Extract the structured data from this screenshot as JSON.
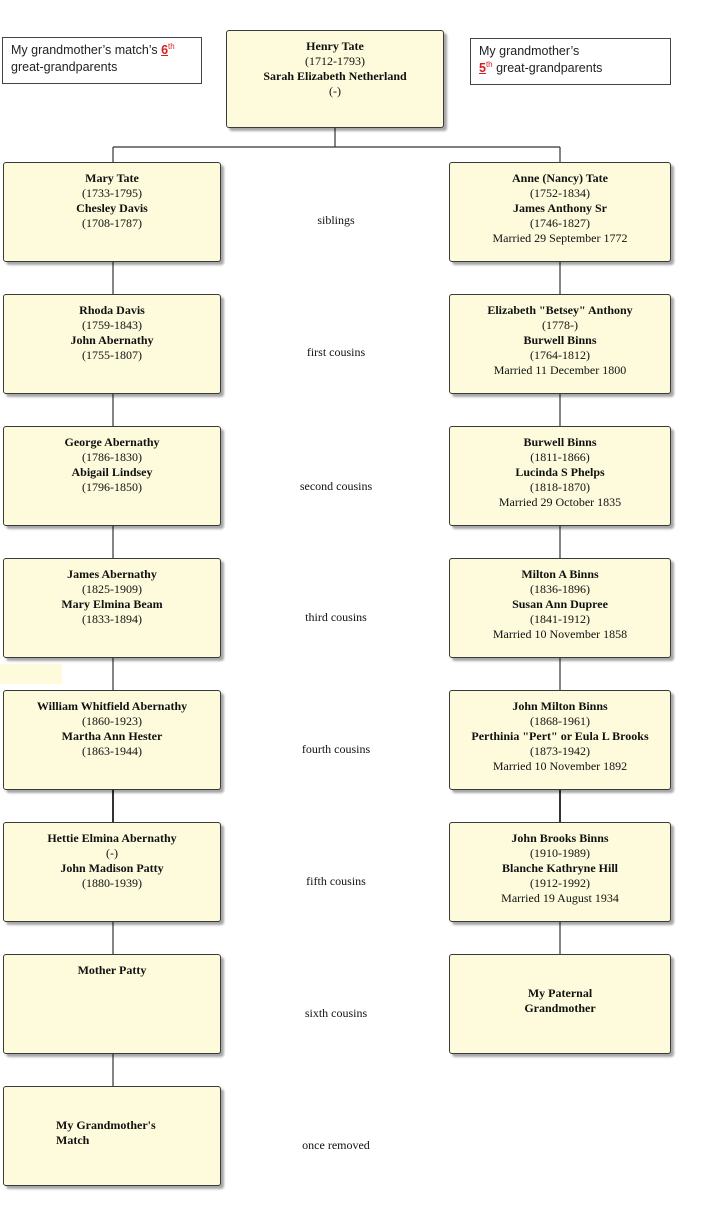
{
  "notes": {
    "left": {
      "before": "My grandmother’s match’s ",
      "num": "6",
      "sup": "th",
      "after": "great-grandparents"
    },
    "right": {
      "line1": "My grandmother’s",
      "num": "5",
      "sup": "th",
      "after": " great-grandparents"
    }
  },
  "root": {
    "name1": "Henry Tate",
    "date1": "(1712-1793)",
    "name2": "Sarah Elizabeth Netherland",
    "date2": "(-)"
  },
  "left": [
    {
      "name1": "Mary Tate",
      "date1": "(1733-1795)",
      "name2": "Chesley Davis",
      "date2": "(1708-1787)"
    },
    {
      "name1": "Rhoda Davis",
      "date1": "(1759-1843)",
      "name2": "John Abernathy",
      "date2": "(1755-1807)"
    },
    {
      "name1": "George Abernathy",
      "date1": "(1786-1830)",
      "name2": "Abigail Lindsey",
      "date2": "(1796-1850)"
    },
    {
      "name1": "James Abernathy",
      "date1": "(1825-1909)",
      "name2": "Mary Elmina Beam",
      "date2": "(1833-1894)"
    },
    {
      "name1": "William Whitfield Abernathy",
      "date1": "(1860-1923)",
      "name2": "Martha Ann Hester",
      "date2": "(1863-1944)"
    },
    {
      "name1": "Hettie Elmina Abernathy",
      "date1": "(-)",
      "name2": "John Madison Patty",
      "date2": "(1880-1939)"
    },
    {
      "name1": "Mother Patty"
    },
    {
      "name1": "My Grandmother's",
      "name2": "Match"
    }
  ],
  "right": [
    {
      "name1": "Anne (Nancy) Tate",
      "date1": "(1752-1834)",
      "name2": "James Anthony  Sr",
      "date2": "(1746-1827)",
      "married": "Married 29 September 1772"
    },
    {
      "name1": "Elizabeth \"Betsey\" Anthony",
      "date1": "(1778-)",
      "name2": "Burwell Binns",
      "date2": "(1764-1812)",
      "married": "Married 11 December 1800"
    },
    {
      "name1": "Burwell Binns",
      "date1": "(1811-1866)",
      "name2": "Lucinda S Phelps",
      "date2": "(1818-1870)",
      "married": "Married 29 October 1835"
    },
    {
      "name1": "Milton A Binns",
      "date1": "(1836-1896)",
      "name2": "Susan Ann Dupree",
      "date2": "(1841-1912)",
      "married": "Married 10 November 1858"
    },
    {
      "name1": "John Milton Binns",
      "date1": "(1868-1961)",
      "name2": "Perthinia \"Pert\" or Eula L Brooks",
      "date2": "(1873-1942)",
      "married": "Married 10 November 1892"
    },
    {
      "name1": "John Brooks Binns",
      "date1": "(1910-1989)",
      "name2": "Blanche Kathryne Hill",
      "date2": "(1912-1992)",
      "married": "Married 19 August 1934"
    },
    {
      "name1": "My Paternal",
      "name2": "Grandmother"
    }
  ],
  "relations": [
    "siblings",
    "first cousins",
    "second cousins",
    "third cousins",
    "fourth cousins",
    "fifth cousins",
    "sixth cousins",
    "once removed"
  ]
}
